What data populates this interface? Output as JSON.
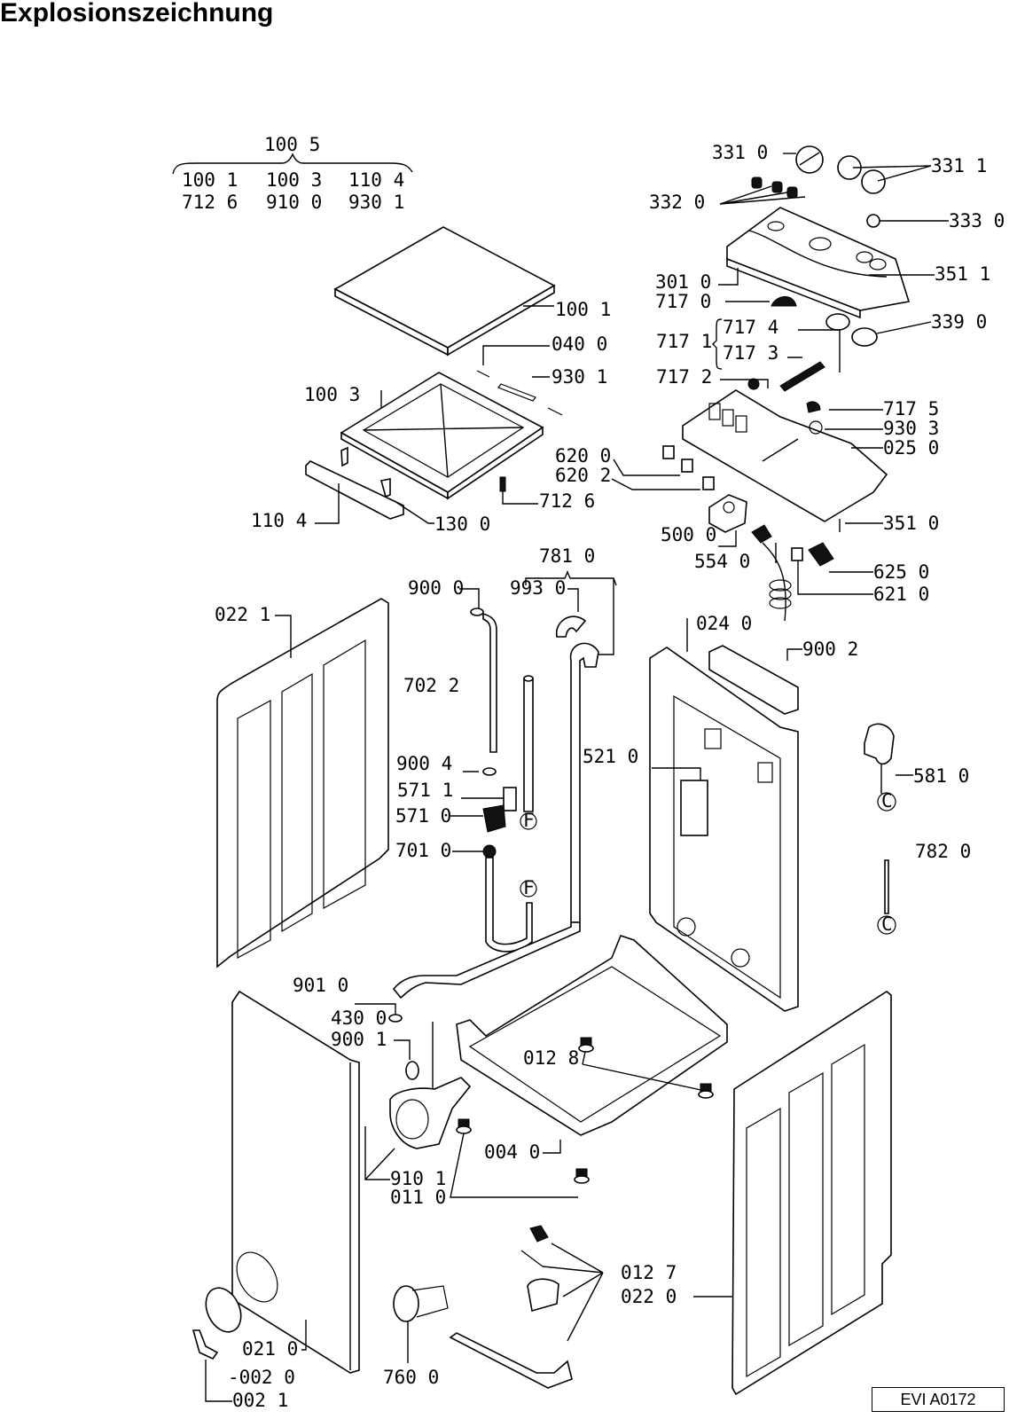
{
  "page": {
    "title": "Explosionszeichnung",
    "drawing_reference": "EVI A0172"
  },
  "groups": {
    "top_assembly": {
      "label": "100 5",
      "members_row1": [
        "100 1",
        "100 3",
        "110 4"
      ],
      "members_row2": [
        "712 6",
        "910 0",
        "930 1"
      ]
    },
    "hose_assembly": {
      "label": "781 0"
    },
    "sensor_assembly": {
      "label": "717 1",
      "members": [
        "717 4",
        "717 3"
      ]
    }
  },
  "labels": {
    "p3310": "331 0",
    "p3311": "331 1",
    "p3320": "332 0",
    "p3330": "333 0",
    "p3010": "301 0",
    "p3511": "351 1",
    "p7170": "717 0",
    "p3390": "339 0",
    "p7174": "717 4",
    "p7173": "717 3",
    "p7171": "717 1",
    "p7172": "717 2",
    "p7175": "717 5",
    "p9303": "930 3",
    "p0250": "025 0",
    "p6200": "620 0",
    "p6202": "620 2",
    "p7126": "712 6",
    "p5000": "500 0",
    "p3510": "351 0",
    "p5540": "554 0",
    "p6250": "625 0",
    "p6210": "621 0",
    "p1001": "100 1",
    "p0400": "040 0",
    "p9301": "930 1",
    "p1003": "100 3",
    "p1104": "110 4",
    "p1300": "130 0",
    "p9000": "900 0",
    "p9930": "993 0",
    "p7810": "781 0",
    "p0221": "022 1",
    "p7022": "702 2",
    "p0240": "024 0",
    "p9002": "900 2",
    "p9004": "900 4",
    "p5711": "571 1",
    "p5710": "571 0",
    "p7010": "701 0",
    "p5210": "521 0",
    "p5810": "581 0",
    "p7820": "782 0",
    "p9010": "901 0",
    "p4300": "430 0",
    "p9001": "900 1",
    "p0128": "012 8",
    "p0040": "004 0",
    "p9101": "910 1",
    "p0110": "011 0",
    "p0127": "012 7",
    "p0220": "022 0",
    "p0210": "021 0",
    "p0020": "-002 0",
    "p0021": "002 1",
    "p7600": "760 0"
  },
  "connector_markers": {
    "F": "F",
    "C": "C"
  }
}
